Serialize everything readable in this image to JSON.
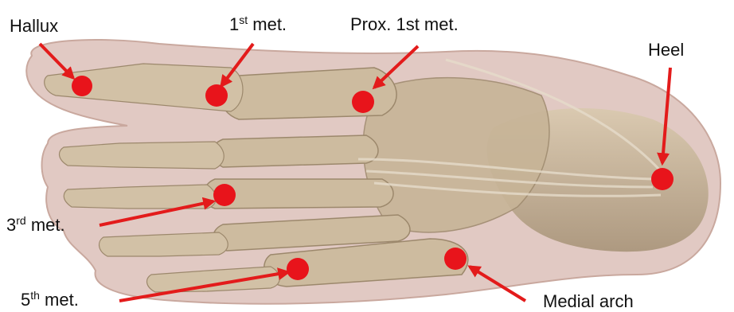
{
  "labels": {
    "hallux": "Hallux",
    "met1_prefix": "1",
    "met1_sup": "st",
    "met1_suffix": " met.",
    "prox1": "Prox. 1st met.",
    "heel": "Heel",
    "met3_prefix": "3",
    "met3_sup": "rd",
    "met3_suffix": " met.",
    "met5_prefix": "5",
    "met5_sup": "th",
    "met5_suffix": " met.",
    "medial_arch": "Medial arch"
  },
  "colors": {
    "marker": "#e8141b",
    "arrow": "#e31b1b",
    "bone": "#c9b79c",
    "bone_shade": "#a8957a",
    "soft_tissue": "#dcc0b8",
    "text": "#111111"
  }
}
